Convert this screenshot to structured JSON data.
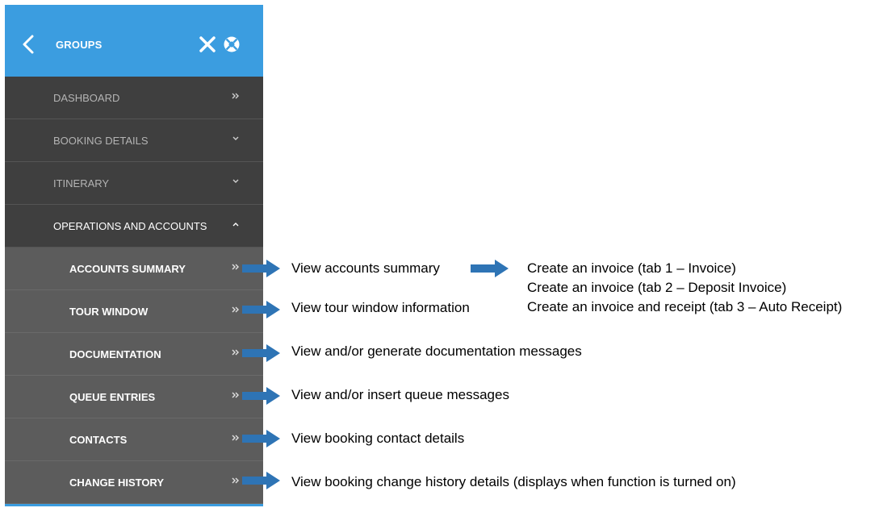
{
  "header": {
    "title": "GROUPS",
    "bg_color": "#3b9de0",
    "back_icon": "chevron-left-icon",
    "close_icon": "close-icon",
    "help_icon": "help-icon"
  },
  "menu": {
    "top_items": [
      {
        "label": "DASHBOARD",
        "chevron": "double-chevron-right"
      },
      {
        "label": "BOOKING DETAILS",
        "chevron": "chevron-down"
      },
      {
        "label": "ITINERARY",
        "chevron": "chevron-down"
      },
      {
        "label": "OPERATIONS AND ACCOUNTS",
        "chevron": "chevron-up"
      }
    ],
    "sub_items": [
      {
        "label": "ACCOUNTS SUMMARY"
      },
      {
        "label": "TOUR WINDOW"
      },
      {
        "label": "DOCUMENTATION"
      },
      {
        "label": "QUEUE ENTRIES"
      },
      {
        "label": "CONTACTS"
      },
      {
        "label": "CHANGE HISTORY"
      }
    ]
  },
  "annotations": {
    "accounts_summary": "View accounts summary",
    "invoice_options": [
      "Create an invoice (tab 1 – Invoice)",
      "Create an invoice (tab 2 – Deposit Invoice)",
      "Create an invoice and receipt (tab 3 – Auto Receipt)"
    ],
    "tour_window": "View tour window information",
    "documentation": "View and/or generate documentation messages",
    "queue_entries": "View and/or insert queue messages",
    "contacts": "View booking contact details",
    "change_history": "View booking change history details (displays when function is turned on)",
    "arrow_color": "#2e74b5"
  }
}
